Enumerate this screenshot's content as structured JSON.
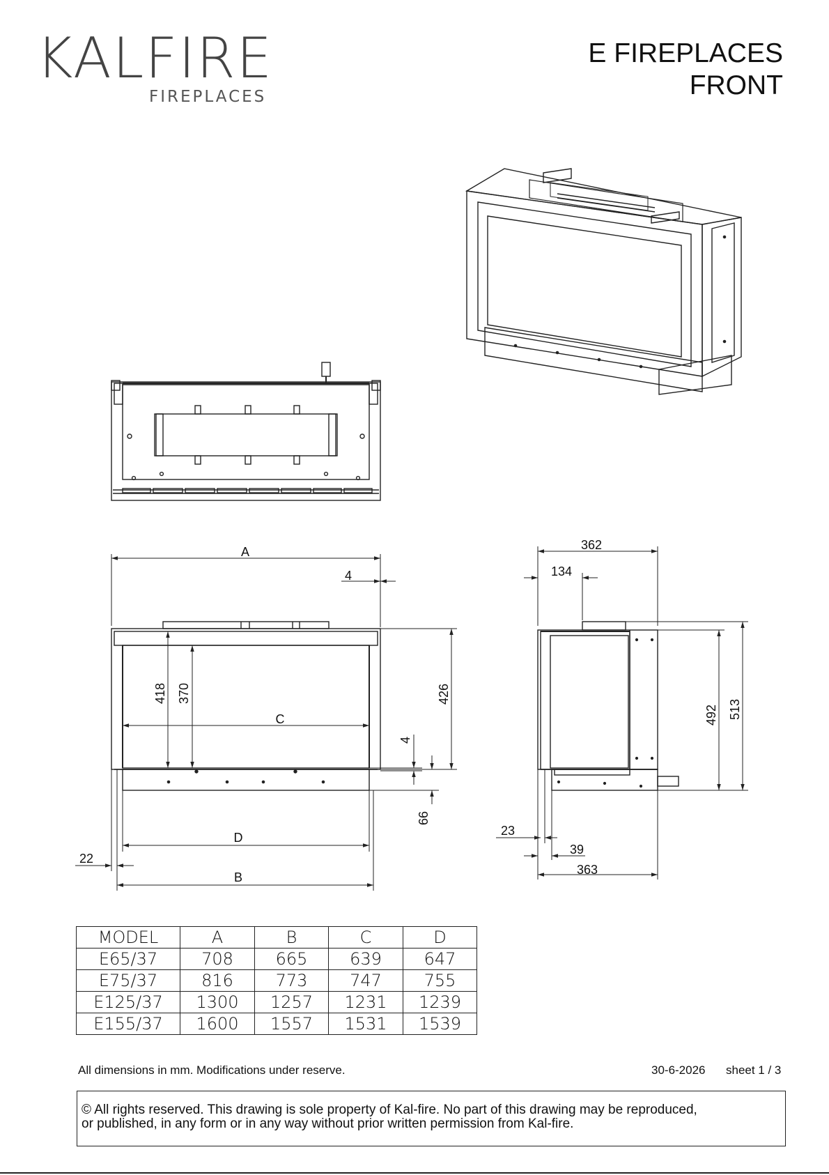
{
  "logo": {
    "brand": "KALFIRE",
    "subline": "FIREPLACES"
  },
  "header": {
    "title_line1": "E FIREPLACES",
    "title_line2": "FRONT"
  },
  "dimensions": {
    "front_width": "A",
    "glass_width": "C",
    "base_width": "D",
    "overall_width": "B",
    "top_offset": "4",
    "inner_height": "418",
    "glass_height": "370",
    "front_height": "426",
    "bottom_gap": "4",
    "base_height": "66",
    "side_offset": "22",
    "depth_total": "362",
    "depth_top": "134",
    "side_height": "492",
    "total_height": "513",
    "side_inset": "23",
    "side_frame": "39",
    "depth_base": "363"
  },
  "table": {
    "headers": [
      "MODEL",
      "A",
      "B",
      "C",
      "D"
    ],
    "rows": [
      [
        "E65/37",
        "708",
        "665",
        "639",
        "647"
      ],
      [
        "E75/37",
        "816",
        "773",
        "747",
        "755"
      ],
      [
        "E125/37",
        "1300",
        "1257",
        "1231",
        "1239"
      ],
      [
        "E155/37",
        "1600",
        "1557",
        "1531",
        "1539"
      ]
    ]
  },
  "footer": {
    "note": "All dimensions in mm. Modifications under reserve.",
    "date": "30-6-2026",
    "sheet": "sheet 1 / 3",
    "copyright_line1": "© All rights reserved. This drawing is sole property of Kal-fire. No part of this drawing may be reproduced,",
    "copyright_line2": "or published, in any form or in any way without prior written permission from Kal-fire."
  }
}
